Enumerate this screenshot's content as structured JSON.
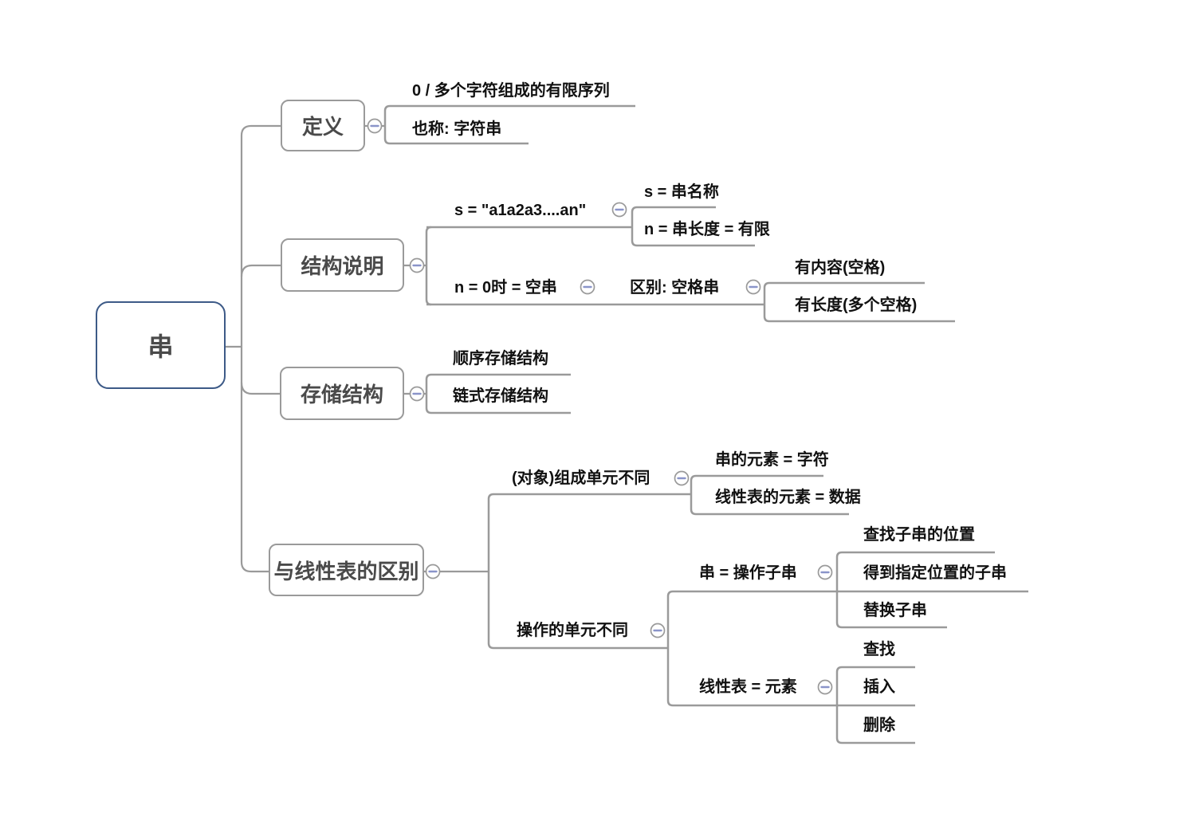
{
  "root": {
    "label": "串"
  },
  "branches": [
    {
      "label": "定义",
      "children": [
        {
          "label": "0 / 多个字符组成的有限序列"
        },
        {
          "label": "也称: 字符串"
        }
      ]
    },
    {
      "label": "结构说明",
      "children": [
        {
          "label": "s = \"a1a2a3....an\"",
          "children": [
            {
              "label": "s = 串名称"
            },
            {
              "label": "n = 串长度 = 有限"
            }
          ]
        },
        {
          "label": "n = 0时 = 空串",
          "children": [
            {
              "label": "区别: 空格串",
              "children": [
                {
                  "label": "有内容(空格)"
                },
                {
                  "label": "有长度(多个空格)"
                }
              ]
            }
          ]
        }
      ]
    },
    {
      "label": "存储结构",
      "children": [
        {
          "label": "顺序存储结构"
        },
        {
          "label": "链式存储结构"
        }
      ]
    },
    {
      "label": "与线性表的区别",
      "children": [
        {
          "label": "(对象)组成单元不同",
          "children": [
            {
              "label": "串的元素 = 字符"
            },
            {
              "label": "线性表的元素 = 数据"
            }
          ]
        },
        {
          "label": "操作的单元不同",
          "children": [
            {
              "label": "串 = 操作子串",
              "children": [
                {
                  "label": "查找子串的位置"
                },
                {
                  "label": "得到指定位置的子串"
                },
                {
                  "label": "替换子串"
                }
              ]
            },
            {
              "label": "线性表 = 元素",
              "children": [
                {
                  "label": "查找"
                },
                {
                  "label": "插入"
                },
                {
                  "label": "删除"
                }
              ]
            }
          ]
        }
      ]
    }
  ],
  "colors": {
    "line": "#9a9a9a",
    "root_border": "#3d5a87",
    "leaf_text": "#111111",
    "box_text": "#4a4a4a",
    "collapse_minus": "#8a94c9"
  }
}
